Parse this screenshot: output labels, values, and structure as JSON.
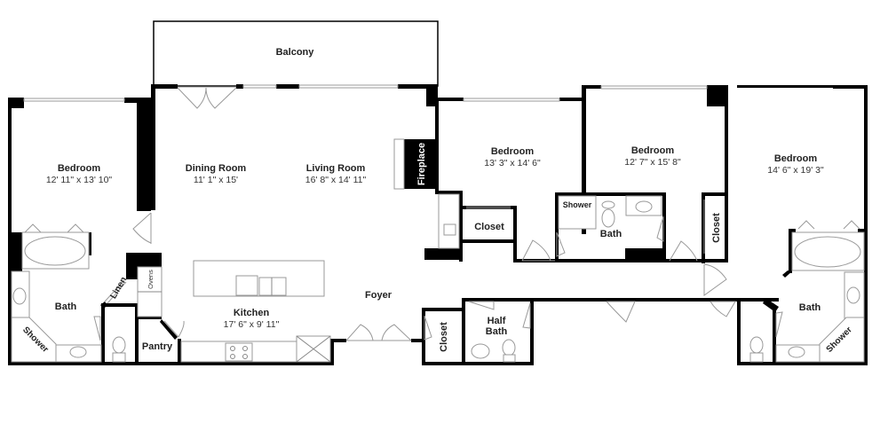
{
  "plan": {
    "rooms": [
      {
        "id": "balcony",
        "label": "Balcony",
        "dims": ""
      },
      {
        "id": "bedroom-west",
        "label": "Bedroom",
        "dims": "12' 11\" x 13' 10\""
      },
      {
        "id": "bath-west",
        "label": "Bath",
        "dims": ""
      },
      {
        "id": "shower-west",
        "label": "Shower",
        "dims": ""
      },
      {
        "id": "linen",
        "label": "Linen",
        "dims": ""
      },
      {
        "id": "ovens",
        "label": "Ovens",
        "dims": ""
      },
      {
        "id": "pantry",
        "label": "Pantry",
        "dims": ""
      },
      {
        "id": "dining-room",
        "label": "Dining Room",
        "dims": "11' 1\" x 15'"
      },
      {
        "id": "living-room",
        "label": "Living Room",
        "dims": "16' 8\" x 14' 11\""
      },
      {
        "id": "fireplace",
        "label": "Fireplace",
        "dims": ""
      },
      {
        "id": "kitchen",
        "label": "Kitchen",
        "dims": "17' 6\" x 9' 11\""
      },
      {
        "id": "foyer",
        "label": "Foyer",
        "dims": ""
      },
      {
        "id": "closet-foyer",
        "label": "Closet",
        "dims": ""
      },
      {
        "id": "half-bath",
        "label": "Half Bath",
        "line1": "Half",
        "line2": "Bath",
        "dims": ""
      },
      {
        "id": "bedroom-center",
        "label": "Bedroom",
        "dims": "13' 3\" x 14' 6\""
      },
      {
        "id": "closet-center",
        "label": "Closet",
        "dims": ""
      },
      {
        "id": "bedroom-east-mid",
        "label": "Bedroom",
        "dims": "12' 7\" x 15' 8\""
      },
      {
        "id": "shower-mid",
        "label": "Shower",
        "dims": ""
      },
      {
        "id": "bath-mid",
        "label": "Bath",
        "dims": ""
      },
      {
        "id": "closet-mid",
        "label": "Closet",
        "dims": ""
      },
      {
        "id": "bedroom-east",
        "label": "Bedroom",
        "dims": "14' 6\" x 19' 3\""
      },
      {
        "id": "bath-east",
        "label": "Bath",
        "dims": ""
      },
      {
        "id": "shower-east",
        "label": "Shower",
        "dims": ""
      }
    ]
  }
}
